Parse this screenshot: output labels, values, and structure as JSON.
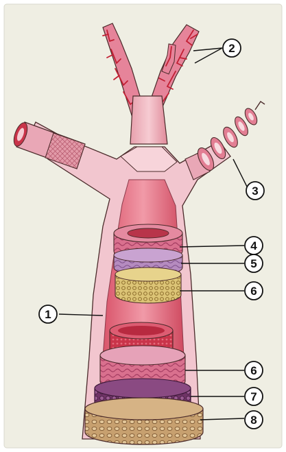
{
  "diagram": {
    "background_color": "#efeee3",
    "frame_color": "#d9d8cc",
    "colors": {
      "tissue_light": "#f4cfd6",
      "tissue_mid": "#e88b9a",
      "tissue_dark": "#c23a4d",
      "capillary_red": "#d52a3d",
      "muscle_pink": "#d9708e",
      "elastic_purple": "#b58bbf",
      "glandular_yellow": "#dcc476",
      "cartilage_purple": "#6f3366",
      "adventitia_tan": "#c7a06f",
      "outline": "#4a2a2a"
    },
    "callouts": [
      {
        "id": "c1",
        "label": "1"
      },
      {
        "id": "c2",
        "label": "2"
      },
      {
        "id": "c3",
        "label": "3"
      },
      {
        "id": "c4",
        "label": "4"
      },
      {
        "id": "c5",
        "label": "5"
      },
      {
        "id": "c6a",
        "label": "6"
      },
      {
        "id": "c6b",
        "label": "6"
      },
      {
        "id": "c7",
        "label": "7"
      },
      {
        "id": "c8",
        "label": "8"
      }
    ]
  }
}
